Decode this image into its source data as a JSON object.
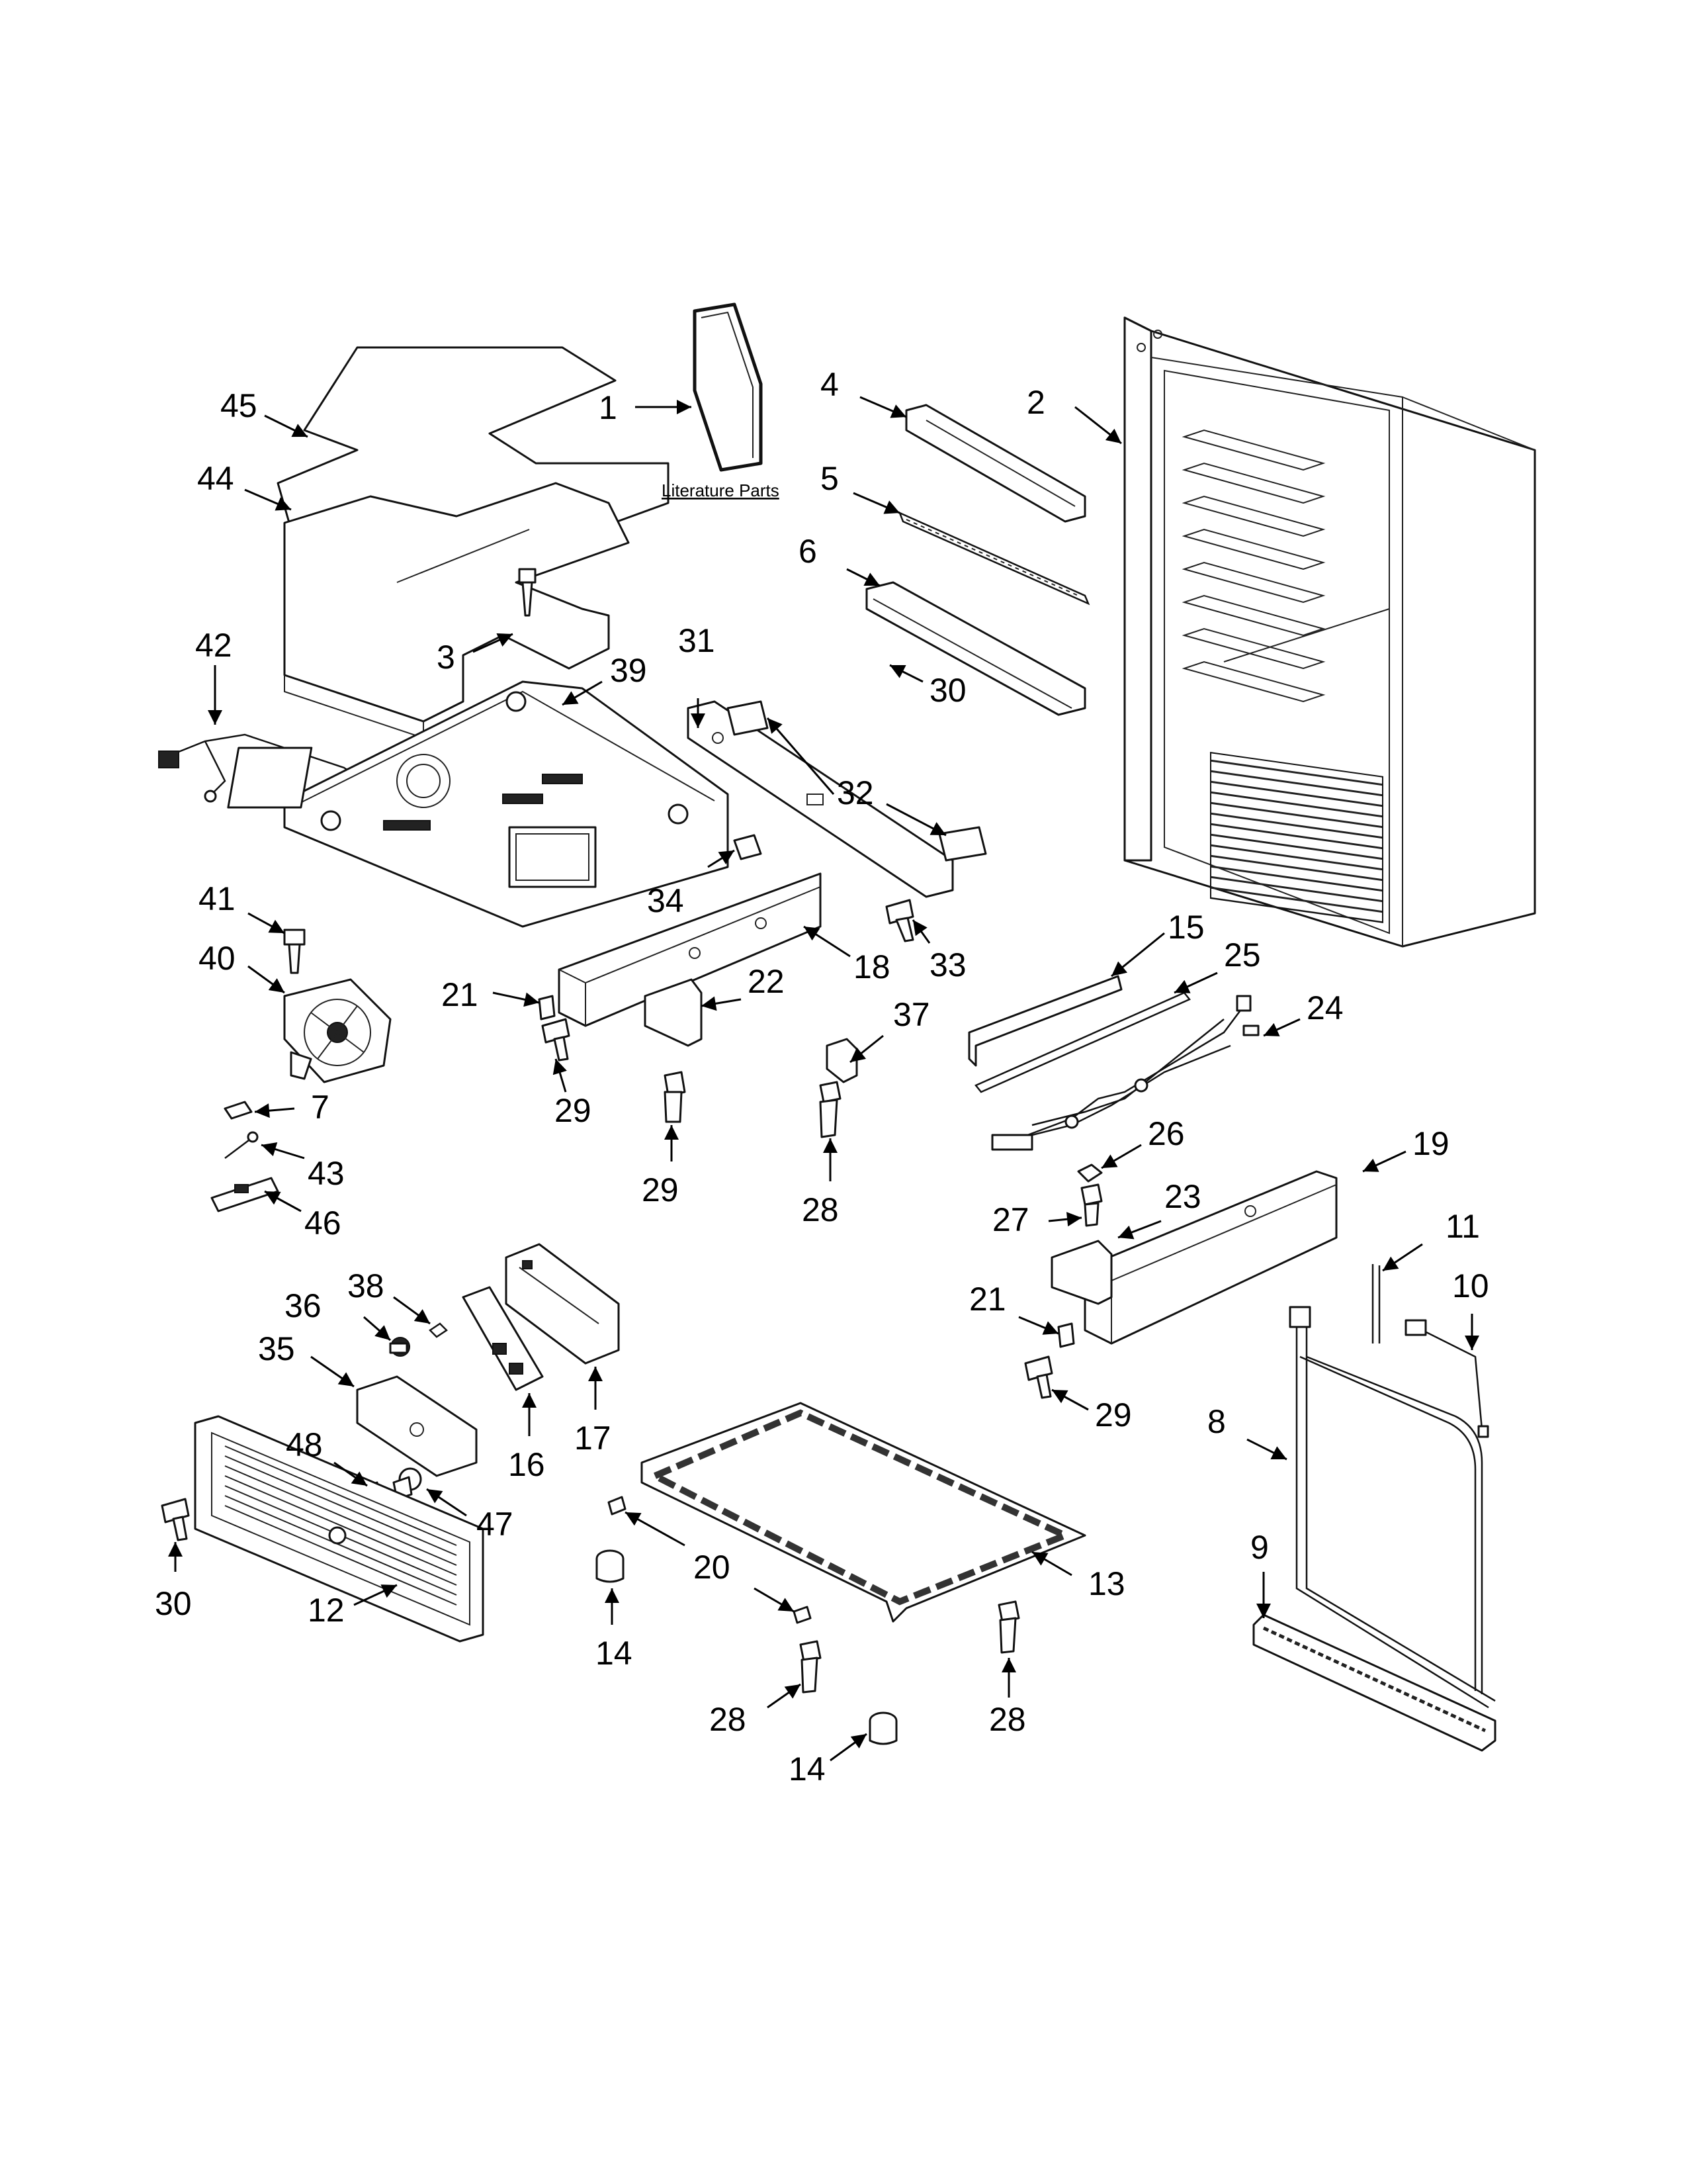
{
  "literature_label": "Literature Parts",
  "callouts": [
    {
      "id": "c1",
      "text": "1"
    },
    {
      "id": "c2",
      "text": "2"
    },
    {
      "id": "c3",
      "text": "3"
    },
    {
      "id": "c4",
      "text": "4"
    },
    {
      "id": "c5",
      "text": "5"
    },
    {
      "id": "c6",
      "text": "6"
    },
    {
      "id": "c7",
      "text": "7"
    },
    {
      "id": "c8",
      "text": "8"
    },
    {
      "id": "c9",
      "text": "9"
    },
    {
      "id": "c10",
      "text": "10"
    },
    {
      "id": "c11",
      "text": "11"
    },
    {
      "id": "c12",
      "text": "12"
    },
    {
      "id": "c13",
      "text": "13"
    },
    {
      "id": "c14a",
      "text": "14"
    },
    {
      "id": "c14b",
      "text": "14"
    },
    {
      "id": "c15",
      "text": "15"
    },
    {
      "id": "c16",
      "text": "16"
    },
    {
      "id": "c17",
      "text": "17"
    },
    {
      "id": "c18",
      "text": "18"
    },
    {
      "id": "c19",
      "text": "19"
    },
    {
      "id": "c20",
      "text": "20"
    },
    {
      "id": "c21a",
      "text": "21"
    },
    {
      "id": "c21b",
      "text": "21"
    },
    {
      "id": "c22",
      "text": "22"
    },
    {
      "id": "c23",
      "text": "23"
    },
    {
      "id": "c24",
      "text": "24"
    },
    {
      "id": "c25",
      "text": "25"
    },
    {
      "id": "c26",
      "text": "26"
    },
    {
      "id": "c27",
      "text": "27"
    },
    {
      "id": "c28a",
      "text": "28"
    },
    {
      "id": "c28b",
      "text": "28"
    },
    {
      "id": "c28c",
      "text": "28"
    },
    {
      "id": "c29a",
      "text": "29"
    },
    {
      "id": "c29b",
      "text": "29"
    },
    {
      "id": "c29c",
      "text": "29"
    },
    {
      "id": "c30a",
      "text": "30"
    },
    {
      "id": "c30b",
      "text": "30"
    },
    {
      "id": "c31",
      "text": "31"
    },
    {
      "id": "c32",
      "text": "32"
    },
    {
      "id": "c33",
      "text": "33"
    },
    {
      "id": "c34",
      "text": "34"
    },
    {
      "id": "c35",
      "text": "35"
    },
    {
      "id": "c36",
      "text": "36"
    },
    {
      "id": "c37",
      "text": "37"
    },
    {
      "id": "c38",
      "text": "38"
    },
    {
      "id": "c39",
      "text": "39"
    },
    {
      "id": "c40",
      "text": "40"
    },
    {
      "id": "c41",
      "text": "41"
    },
    {
      "id": "c42",
      "text": "42"
    },
    {
      "id": "c43",
      "text": "43"
    },
    {
      "id": "c44",
      "text": "44"
    },
    {
      "id": "c45",
      "text": "45"
    },
    {
      "id": "c46",
      "text": "46"
    },
    {
      "id": "c47",
      "text": "47"
    },
    {
      "id": "c48",
      "text": "48"
    }
  ]
}
